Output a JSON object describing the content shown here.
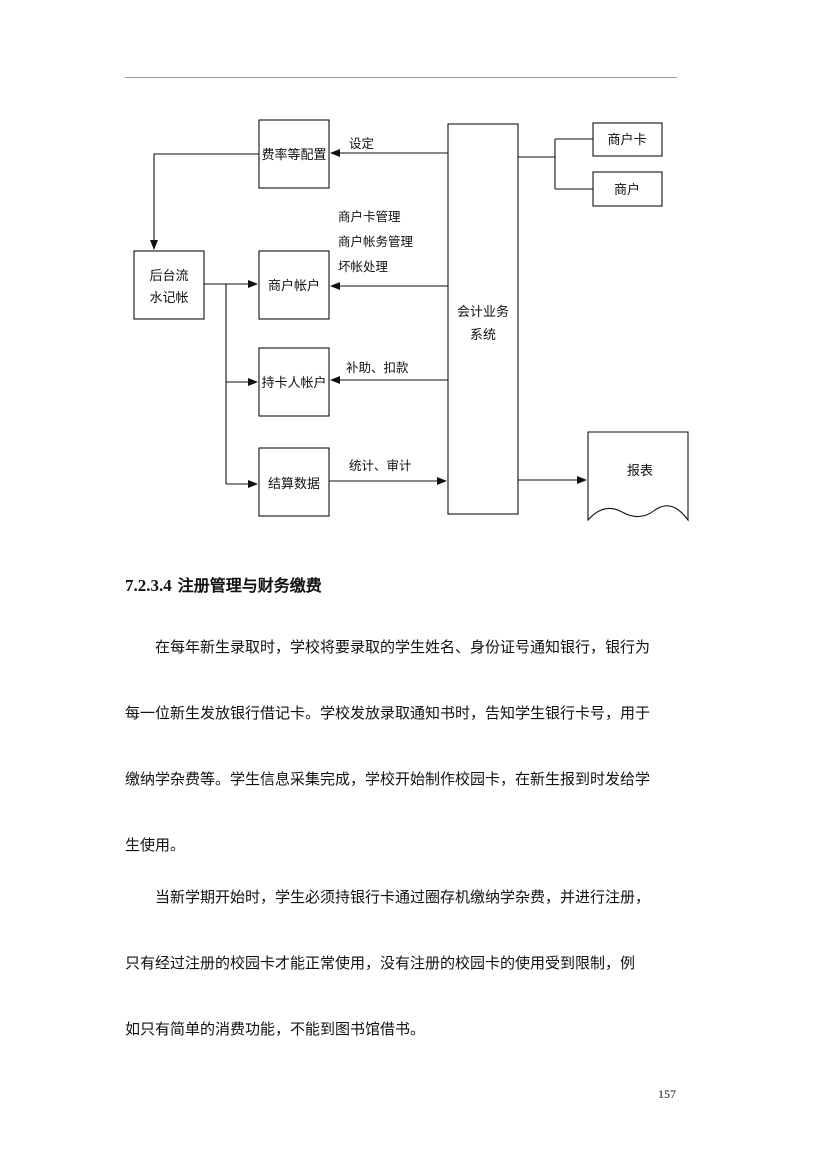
{
  "diagram": {
    "boxes": {
      "rate_config": "费率等配置",
      "backend_ledger_line1": "后台流",
      "backend_ledger_line2": "水记帐",
      "merchant_account": "商户帐户",
      "cardholder_account": "持卡人帐户",
      "settlement_data": "结算数据",
      "accounting_system_line1": "会计业务",
      "accounting_system_line2": "系统",
      "merchant_card": "商户卡",
      "merchant": "商户",
      "report": "报表"
    },
    "edge_labels": {
      "setting": "设定",
      "merchant_card_mgmt": "商户卡管理",
      "merchant_account_mgmt": "商户帐务管理",
      "bad_debt": "坏帐处理",
      "subsidy_deduction": "补助、扣款",
      "statistics_audit": "统计、审计"
    }
  },
  "section": {
    "number": "7.2.3.4",
    "title": "注册管理与财务缴费"
  },
  "paragraphs": {
    "p1": [
      "　　在每年新生录取时，学校将要录取的学生姓名、身份证号通知银行，银行为",
      "每一位新生发放银行借记卡。学校发放录取通知书时，告知学生银行卡号，用于",
      "缴纳学杂费等。学生信息采集完成，学校开始制作校园卡，在新生报到时发给学",
      "生使用。"
    ],
    "p2": [
      "　　当新学期开始时，学生必须持银行卡通过圈存机缴纳学杂费，并进行注册，",
      "只有经过注册的校园卡才能正常使用，没有注册的校园卡的使用受到限制，例",
      "如只有简单的消费功能，不能到图书馆借书。"
    ]
  },
  "page_number": "157"
}
